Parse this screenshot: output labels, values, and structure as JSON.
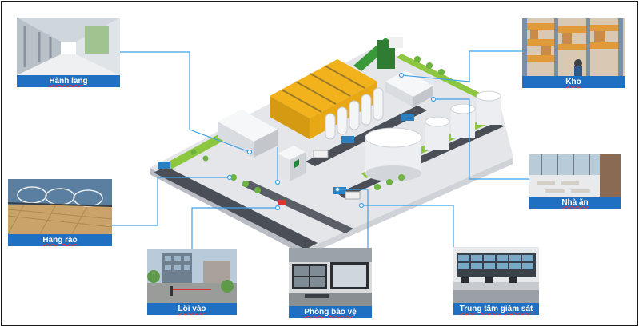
{
  "colors": {
    "label_bg": "#1f6fc2",
    "connector": "#3ea0e8",
    "roof": "#f2b21b",
    "ground": "#e6e7ea",
    "grass": "#8dc63f",
    "road": "#4a4f57"
  },
  "cards": {
    "corridor": {
      "label": "Hành lang",
      "icon": "corridor-photo"
    },
    "warehouse": {
      "label": "Kho",
      "icon": "warehouse-photo"
    },
    "canteen": {
      "label": "Nhà ăn",
      "icon": "canteen-photo"
    },
    "fence": {
      "label": "Hàng rào",
      "icon": "barbed-wire-photo"
    },
    "entrance": {
      "label": "Lối vào",
      "icon": "entrance-gate-photo"
    },
    "guard_room": {
      "label": "Phòng bảo vệ",
      "icon": "cctv-monitors-photo"
    },
    "control_center": {
      "label": "Trung tâm giám sát",
      "icon": "control-room-photo"
    }
  }
}
